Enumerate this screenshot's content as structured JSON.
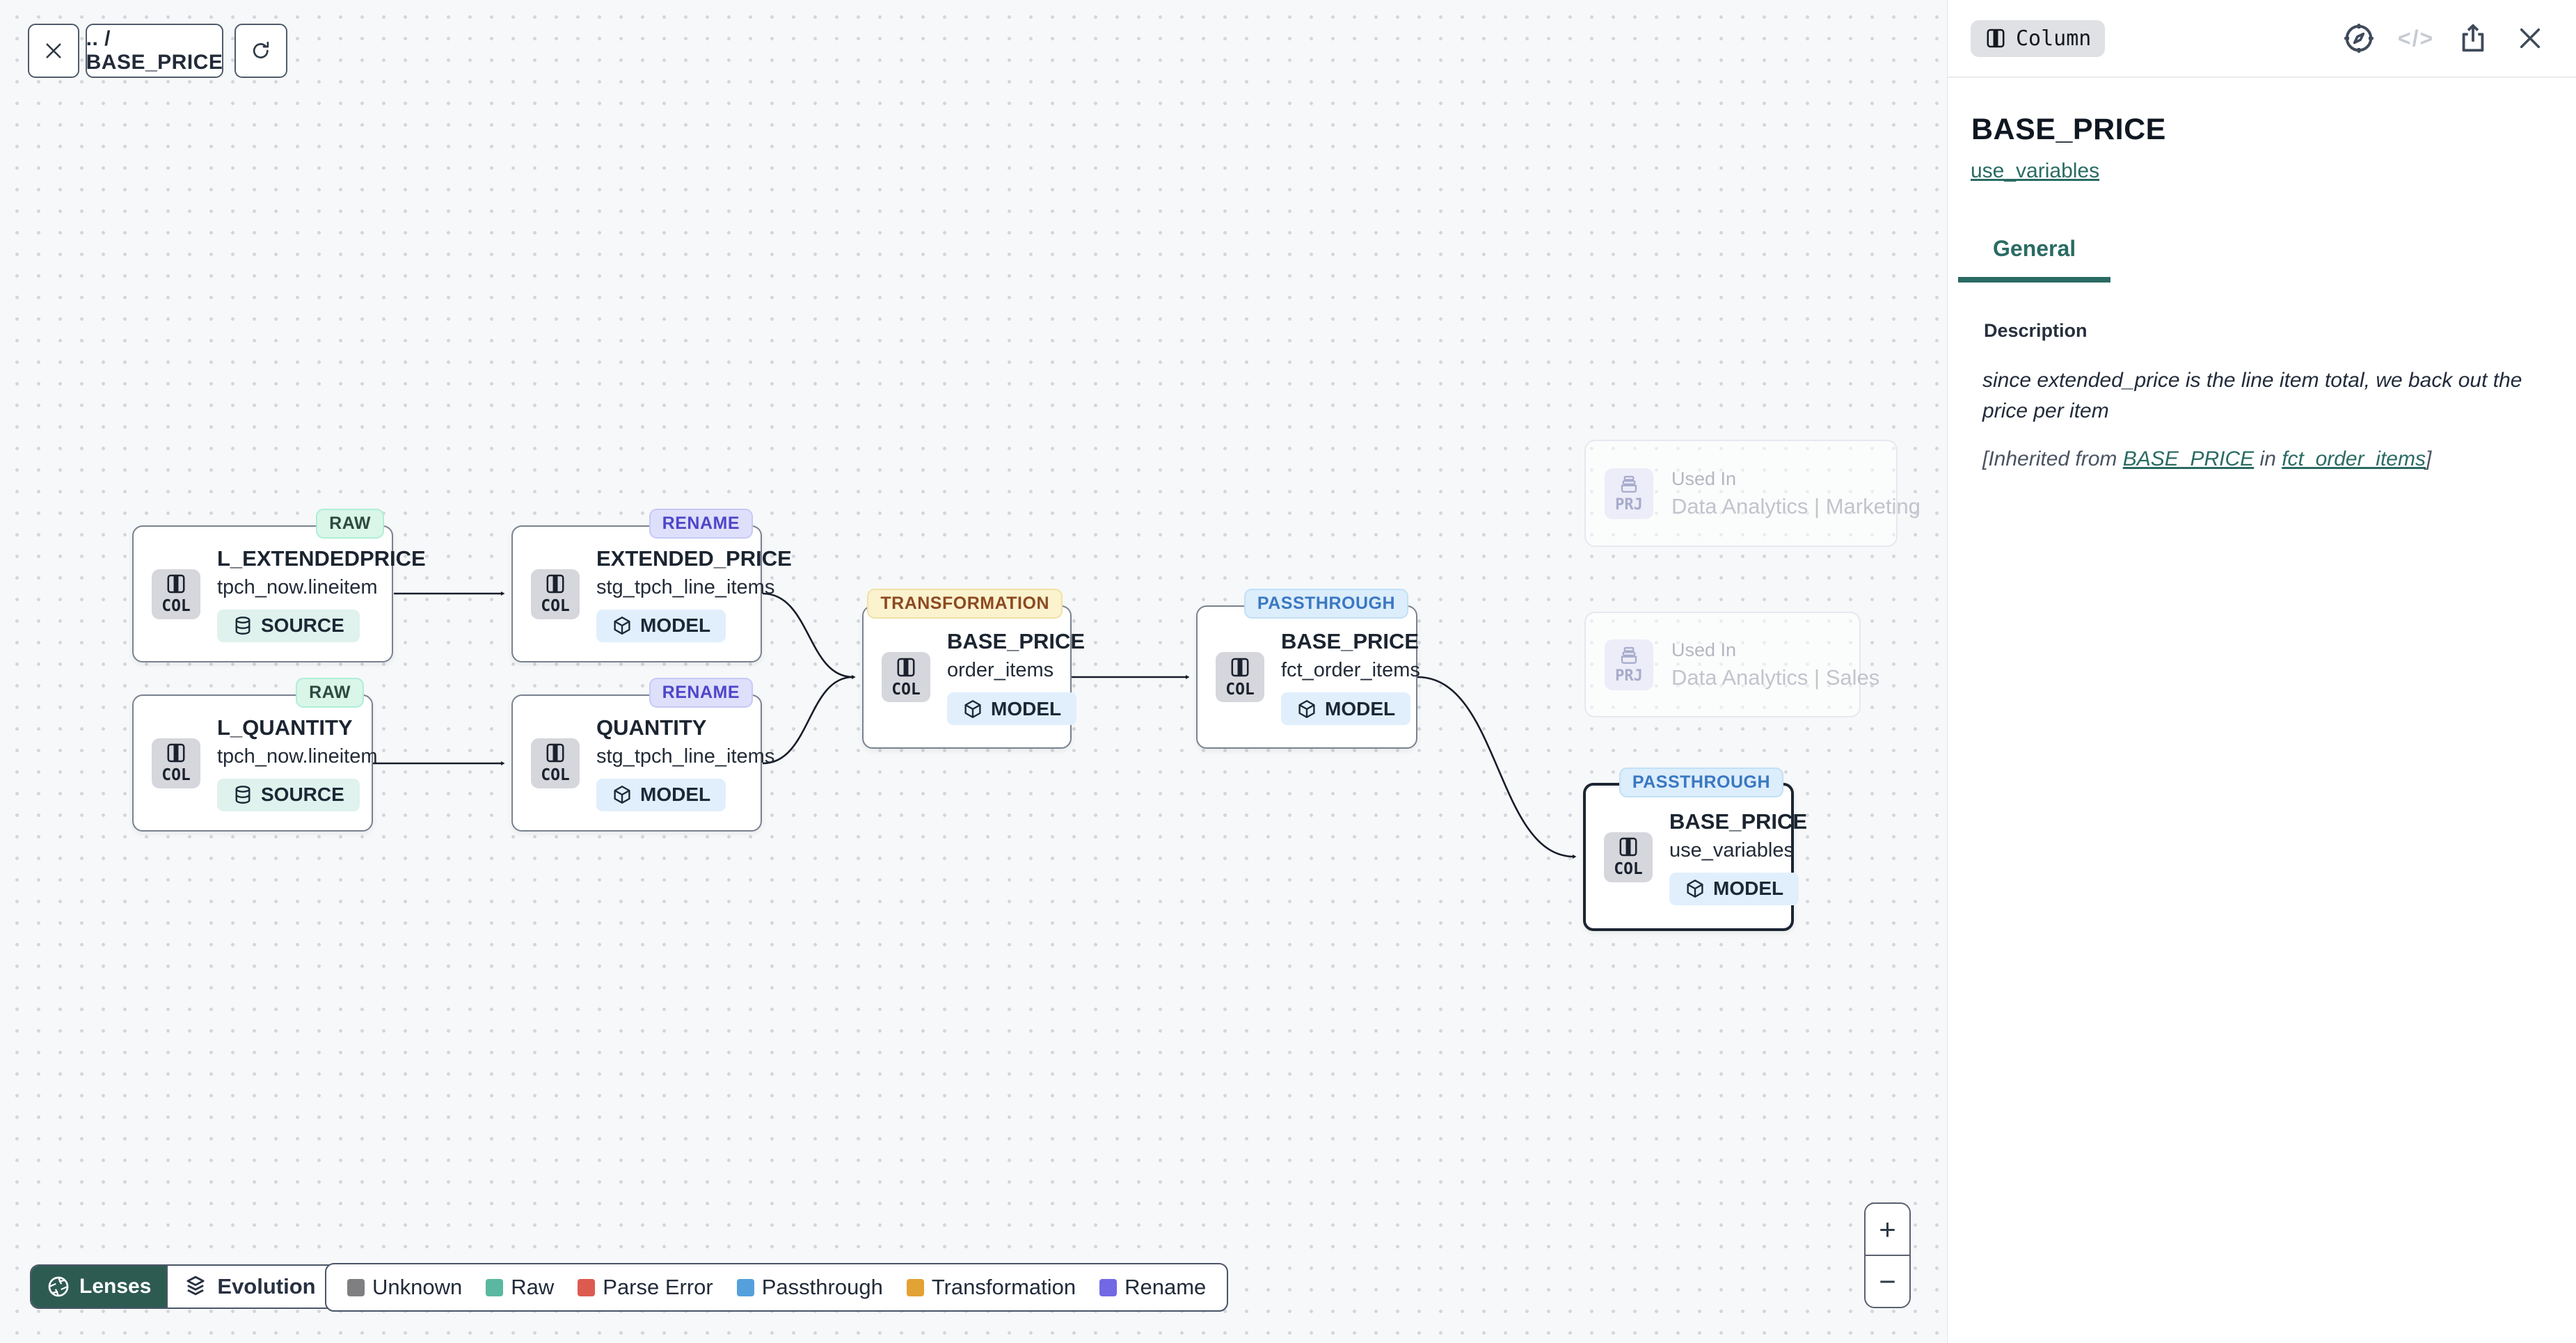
{
  "toolbar": {
    "breadcrumb": ".. / BASE_PRICE"
  },
  "panel": {
    "type_badge": "Column",
    "title": "BASE_PRICE",
    "model_link": "use_variables",
    "code_icon_label": "</>",
    "tabs": [
      {
        "label": "General"
      }
    ],
    "description": {
      "label": "Description",
      "text": "since extended_price is the line item total, we back out the price per item",
      "inherited_prefix": "[Inherited from ",
      "inherited_link1": "BASE_PRICE",
      "inherited_mid": " in ",
      "inherited_link2": "fct_order_items",
      "inherited_suffix": "]"
    }
  },
  "graph": {
    "nodes": [
      {
        "title": "L_EXTENDEDPRICE",
        "subtitle": "tpch_now.lineitem",
        "tag": "RAW",
        "type_label": "COL",
        "kind_label": "SOURCE"
      },
      {
        "title": "EXTENDED_PRICE",
        "subtitle": "stg_tpch_line_items",
        "tag": "RENAME",
        "type_label": "COL",
        "kind_label": "MODEL"
      },
      {
        "title": "L_QUANTITY",
        "subtitle": "tpch_now.lineitem",
        "tag": "RAW",
        "type_label": "COL",
        "kind_label": "SOURCE"
      },
      {
        "title": "QUANTITY",
        "subtitle": "stg_tpch_line_items",
        "tag": "RENAME",
        "type_label": "COL",
        "kind_label": "MODEL"
      },
      {
        "title": "BASE_PRICE",
        "subtitle": "order_items",
        "tag": "TRANSFORMATION",
        "type_label": "COL",
        "kind_label": "MODEL"
      },
      {
        "title": "BASE_PRICE",
        "subtitle": "fct_order_items",
        "tag": "PASSTHROUGH",
        "type_label": "COL",
        "kind_label": "MODEL"
      },
      {
        "title": "BASE_PRICE",
        "subtitle": "use_variables",
        "tag": "PASSTHROUGH",
        "type_label": "COL",
        "kind_label": "MODEL",
        "selected": true
      }
    ],
    "used_in": [
      {
        "badge": "PRJ",
        "label": "Used In",
        "title": "Data Analytics | Marketing"
      },
      {
        "badge": "PRJ",
        "label": "Used In",
        "title": "Data Analytics | Sales"
      }
    ]
  },
  "lenses": {
    "button": "Lenses",
    "selected": "Evolution"
  },
  "legend": [
    {
      "label": "Unknown",
      "color": "#7F7F82"
    },
    {
      "label": "Raw",
      "color": "#5BB8A0"
    },
    {
      "label": "Parse Error",
      "color": "#DD5A50"
    },
    {
      "label": "Passthrough",
      "color": "#54A0DC"
    },
    {
      "label": "Transformation",
      "color": "#E3A234"
    },
    {
      "label": "Rename",
      "color": "#7268E4"
    }
  ],
  "zoom": {
    "in": "+",
    "out": "−"
  },
  "colors": {
    "accent_teal": "#2A6B63",
    "lenses_bg": "#2D5B52",
    "canvas_bg": "#F7F8F9",
    "edge": "#171D2A"
  }
}
